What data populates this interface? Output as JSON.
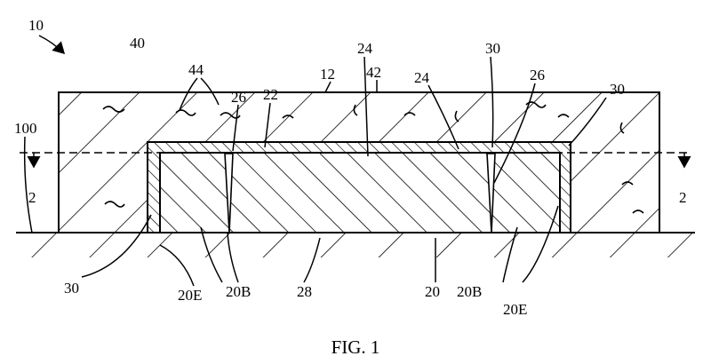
{
  "figure": {
    "caption": "FIG. 1",
    "labels": {
      "l10": "10",
      "l40": "40",
      "l44": "44",
      "l26a": "26",
      "l22": "22",
      "l24a": "24",
      "l42": "42",
      "l12": "12",
      "l24b": "24",
      "l30a": "30",
      "l26b": "26",
      "l30b": "30",
      "l100": "100",
      "l2left": "2",
      "l2right": "2",
      "l30c": "30",
      "l20E_left": "20E",
      "l20B_left": "20B",
      "l28": "28",
      "l20": "20",
      "l20B_right": "20B",
      "l20E_right": "20E"
    }
  }
}
